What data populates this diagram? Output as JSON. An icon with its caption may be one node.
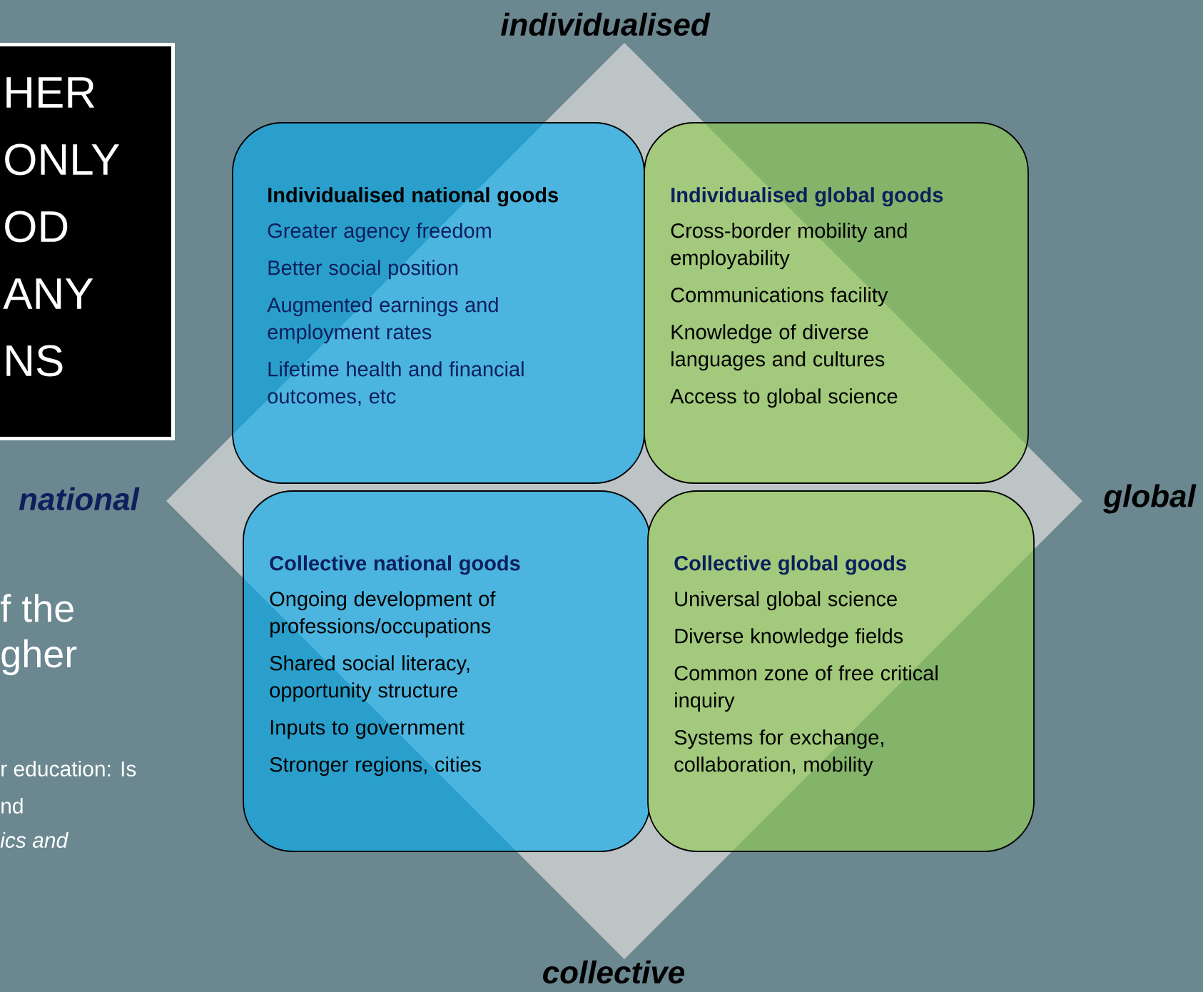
{
  "diagram": {
    "nodes": [
      {
        "text": [
          "HER",
          "ONLY",
          "OD",
          "ANY",
          "NS"
        ]
      },
      {
        "text": [
          "Individualised national goods",
          "Greater agency freedom",
          "Better social position",
          "Augmented earnings and employment rates",
          "Lifetime health and financial outcomes, etc"
        ]
      },
      {
        "text": [
          "Individualised global goods",
          "Cross-border mobility and employability",
          "Communications facility",
          "Knowledge of diverse languages and cultures",
          "Access to global science"
        ]
      },
      {
        "text": [
          "Collective national goods",
          "Ongoing development of professions/occupations",
          "Shared social literacy, opportunity structure",
          "Inputs to government",
          "Stronger regions, cities"
        ]
      },
      {
        "text": [
          "Collective global goods",
          "Universal global science",
          "Diverse knowledge fields",
          "Common zone of free critical inquiry",
          "Systems for exchange, collaboration, mobility"
        ]
      }
    ],
    "labels": [
      "individualised",
      "national",
      "global",
      "f the",
      "gher",
      "r education: Is",
      "nd",
      "ics and",
      "collective"
    ]
  }
}
